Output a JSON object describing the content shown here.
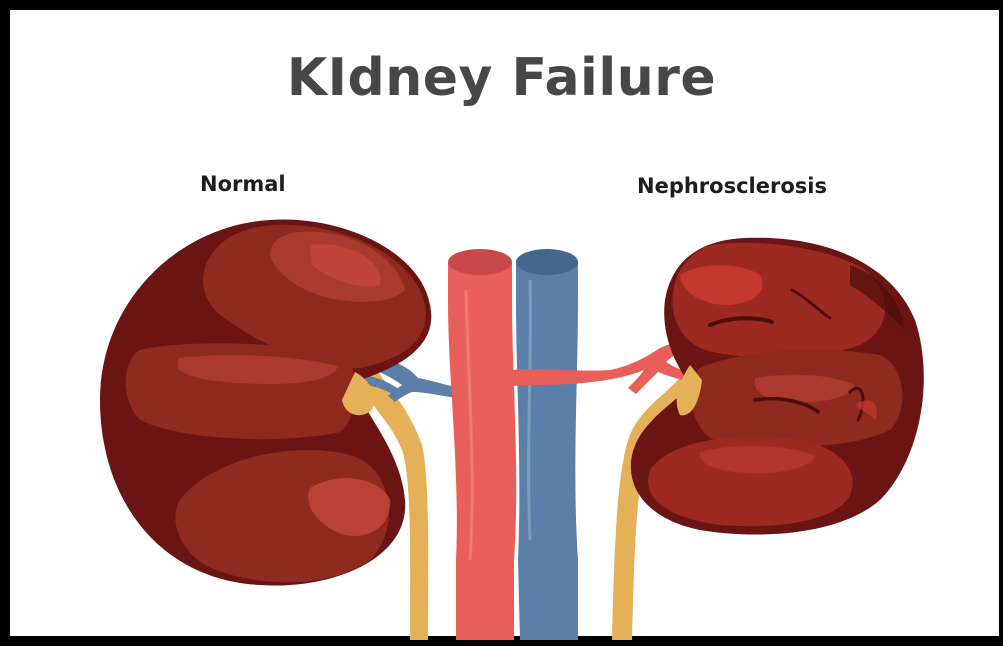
{
  "title": "KIdney Failure",
  "labels": {
    "left": "Normal",
    "right": "Nephrosclerosis"
  },
  "colors": {
    "background": "#ffffff",
    "border": "#000000",
    "title": "#474747",
    "label": "#1d1d1d",
    "kidney_dark": "#6b1414",
    "kidney_mid": "#8e2a1f",
    "kidney_light": "#a93a2d",
    "kidney_highlight": "#c2473a",
    "artery": "#e85e5a",
    "artery_top": "#c8494b",
    "vein": "#5b7fa8",
    "vein_top": "#44678f",
    "ureter": "#e5b158"
  }
}
